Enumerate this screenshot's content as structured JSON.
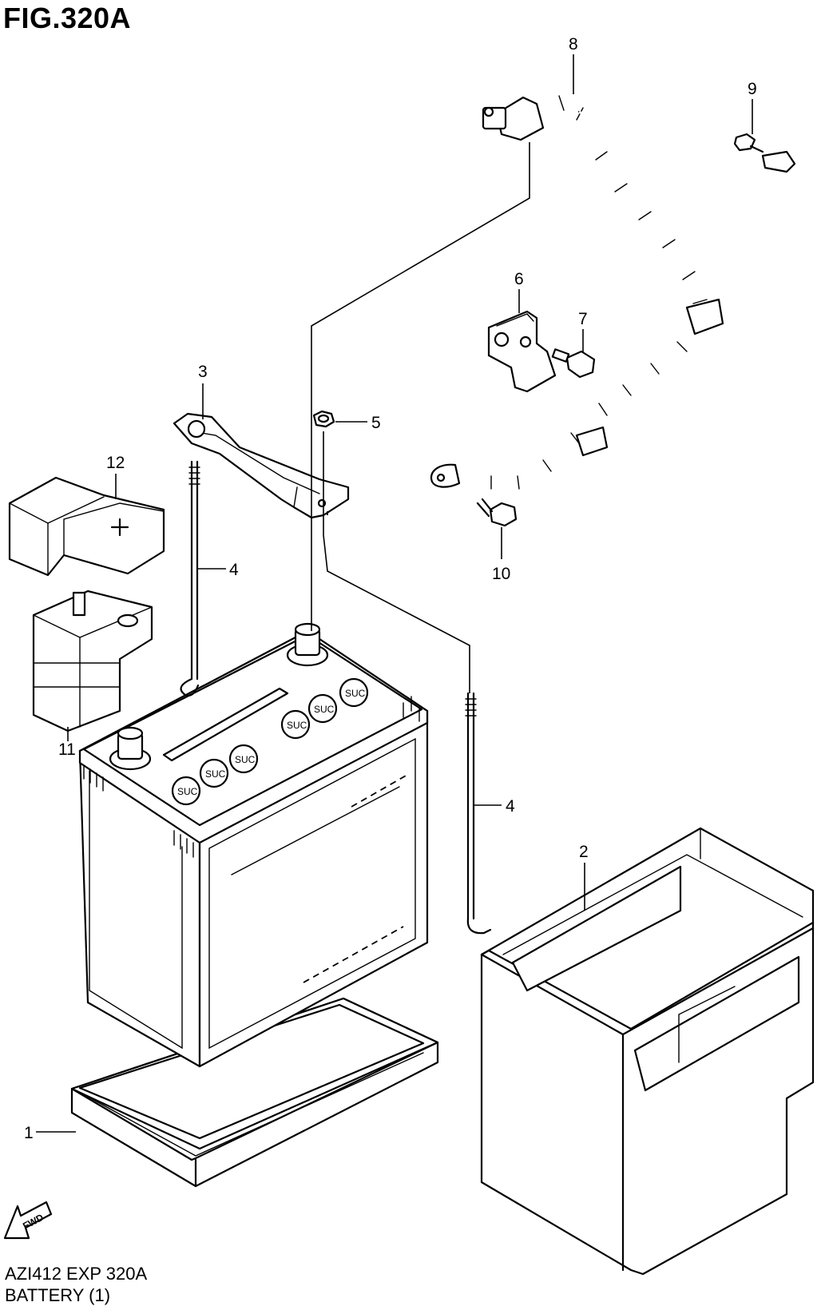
{
  "figure": {
    "title": "FIG.320A",
    "code": "AZI412 EXP 320A",
    "name": "BATTERY (1)",
    "fwd_label": "FWD"
  },
  "callouts": [
    {
      "num": "1"
    },
    {
      "num": "2"
    },
    {
      "num": "3"
    },
    {
      "num": "4"
    },
    {
      "num": "4"
    },
    {
      "num": "5"
    },
    {
      "num": "6"
    },
    {
      "num": "7"
    },
    {
      "num": "8"
    },
    {
      "num": "9"
    },
    {
      "num": "10"
    },
    {
      "num": "11"
    },
    {
      "num": "12"
    }
  ],
  "battery_cap_symbol": "SUC"
}
